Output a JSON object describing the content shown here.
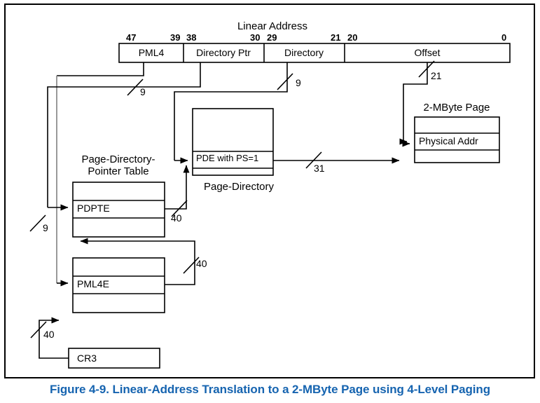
{
  "figure": {
    "caption": "Figure 4-9.  Linear-Address Translation to a 2-MByte Page using 4-Level Paging",
    "caption_color": "#1664b0"
  },
  "linear_address": {
    "title": "Linear Address",
    "fields": [
      {
        "name": "PML4",
        "hi": "47",
        "lo": "39"
      },
      {
        "name": "Directory Ptr",
        "hi": "38",
        "lo": "30"
      },
      {
        "name": "Directory",
        "hi": "29",
        "lo": "21"
      },
      {
        "name": "Offset",
        "hi": "20",
        "lo": "0"
      }
    ]
  },
  "structures": {
    "pdpt": {
      "title_line1": "Page-Directory-",
      "title_line2": "Pointer Table",
      "entry": "PDPTE"
    },
    "page_directory": {
      "title": "Page-Directory",
      "entry": "PDE with PS=1"
    },
    "pml4_table": {
      "entry": "PML4E"
    },
    "page": {
      "title": "2-MByte Page",
      "entry": "Physical Addr"
    },
    "cr3": {
      "label": "CR3"
    }
  },
  "bus_widths": {
    "pml4_index": "9",
    "dirptr_index": "9",
    "directory_index": "9",
    "offset_bits": "21",
    "pde_to_page": "31",
    "pdpte_to_pd": "40",
    "pml4e_to_pdpt": "40",
    "cr3_to_pml4": "40"
  }
}
